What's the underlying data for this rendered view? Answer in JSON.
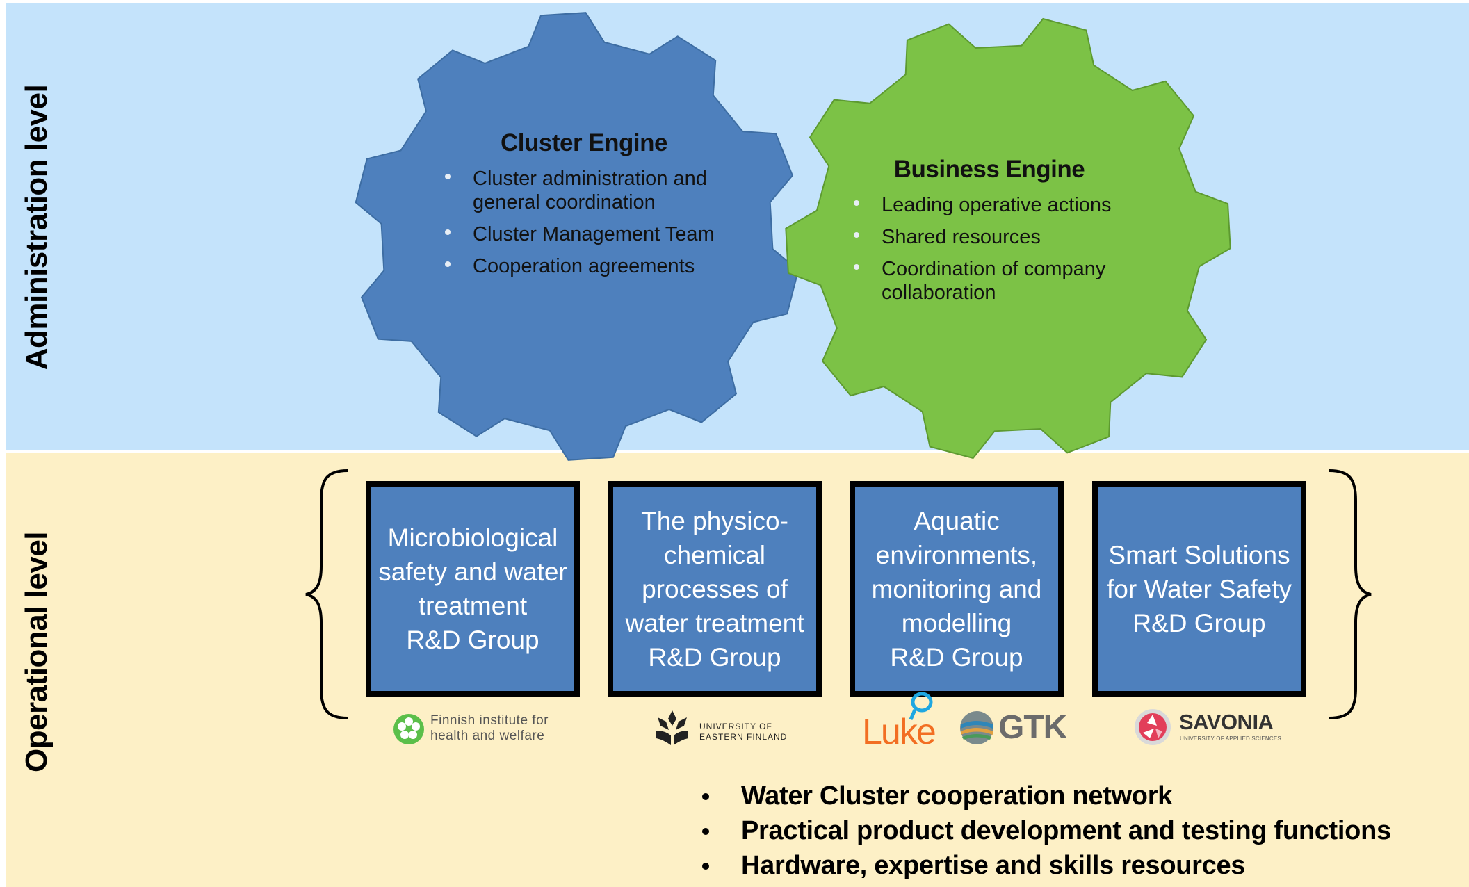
{
  "levels": {
    "admin": "Administration level",
    "operational": "Operational level"
  },
  "cluster_engine": {
    "title": "Cluster Engine",
    "items": [
      "Cluster administration and general coordination",
      "Cluster Management Team",
      "Cooperation agreements"
    ],
    "color": "#4e80bd"
  },
  "business_engine": {
    "title": "Business Engine",
    "items": [
      "Leading operative actions",
      "Shared resources",
      "Coordination of company collaboration"
    ],
    "color": "#7cc246"
  },
  "rd_groups": [
    {
      "label": "Microbiological\nsafety and water\ntreatment\nR&D Group"
    },
    {
      "label": "The physico-\nchemical\nprocesses of\nwater treatment\nR&D Group"
    },
    {
      "label": "Aquatic\nenvironments,\nmonitoring and\nmodelling\nR&D Group"
    },
    {
      "label": "Smart Solutions\nfor Water Safety\nR&D Group"
    }
  ],
  "logos": {
    "thl_line1": "Finnish institute for",
    "thl_line2": "health and welfare",
    "uef_line1": "UNIVERSITY OF",
    "uef_line2": "EASTERN FINLAND",
    "luke": "Luke",
    "gtk": "GTK",
    "savonia": "SAVONIA",
    "savonia_sub": "UNIVERSITY OF APPLIED SCIENCES"
  },
  "summary_bullets": [
    "Water Cluster cooperation network",
    "Practical product development and testing functions",
    "Hardware, expertise and skills resources"
  ],
  "colors": {
    "admin_band": "#c4e3fb",
    "operational_band": "#fdf0c6",
    "rd_box": "#4e80bd"
  }
}
